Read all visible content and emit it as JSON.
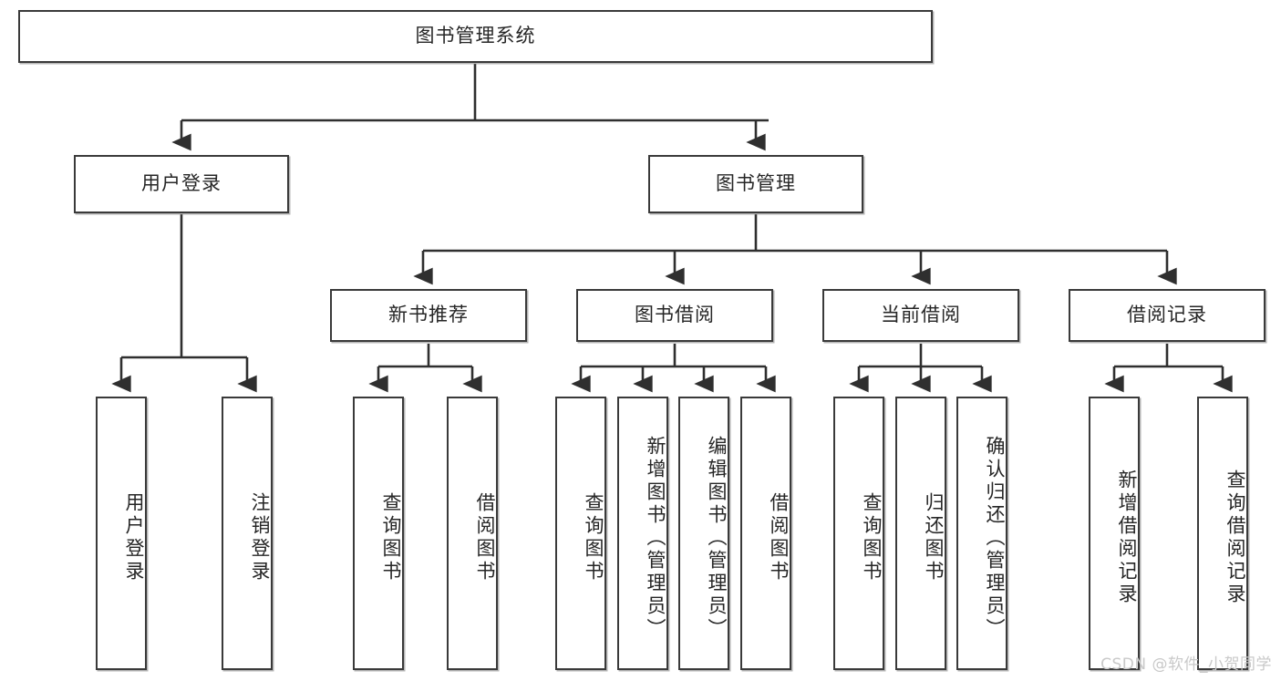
{
  "diagram": {
    "type": "tree-hierarchy-flowchart",
    "root": {
      "label": "图书管理系统"
    },
    "level2": [
      {
        "label": "用户登录"
      },
      {
        "label": "图书管理"
      }
    ],
    "level3": [
      {
        "label": "新书推荐"
      },
      {
        "label": "图书借阅"
      },
      {
        "label": "当前借阅"
      },
      {
        "label": "借阅记录"
      }
    ],
    "leaves": {
      "user_login": [
        {
          "label": "用户登录"
        },
        {
          "label": "注销登录"
        }
      ],
      "new_book_recommend": [
        {
          "label": "查询图书"
        },
        {
          "label": "借阅图书"
        }
      ],
      "book_borrow": [
        {
          "label": "查询图书"
        },
        {
          "label": "新增图书（管理员）"
        },
        {
          "label": "编辑图书（管理员）"
        },
        {
          "label": "借阅图书"
        }
      ],
      "current_borrow": [
        {
          "label": "查询图书"
        },
        {
          "label": "归还图书"
        },
        {
          "label": "确认归还（管理员）"
        }
      ],
      "borrow_record": [
        {
          "label": "新增借阅记录"
        },
        {
          "label": "查询借阅记录"
        }
      ]
    }
  },
  "watermark": {
    "text": "CSDN @软件_小贺同学"
  },
  "colors": {
    "box_border": "#3a3a3a",
    "box_fill": "#ffffff",
    "edge": "#2f2f2f",
    "text": "#262626",
    "watermark": "#c9c9c9"
  }
}
